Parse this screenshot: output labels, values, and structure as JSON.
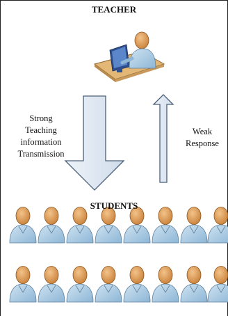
{
  "labels": {
    "teacher": "TEACHER",
    "students": "STUDENTS",
    "strong_lines": [
      "Strong",
      "Teaching",
      "information",
      "Transmission"
    ],
    "weak_lines": [
      "Weak",
      "Response"
    ]
  },
  "students": {
    "rows": 2,
    "per_row": 8
  },
  "colors": {
    "skin": "#e8a55a",
    "skin_shade": "#b8702a",
    "shirt": "#b9d6ea",
    "shirt_shade": "#7fa9c9",
    "arrow_fill": "#dbe6f1",
    "arrow_stroke": "#4a5f78",
    "desk": "#e3b877",
    "monitor": "#3a62a8"
  },
  "icons": {
    "teacher": "teacher-at-computer-icon",
    "student": "student-person-icon",
    "down_arrow": "down-arrow-icon",
    "up_arrow": "up-arrow-icon"
  }
}
